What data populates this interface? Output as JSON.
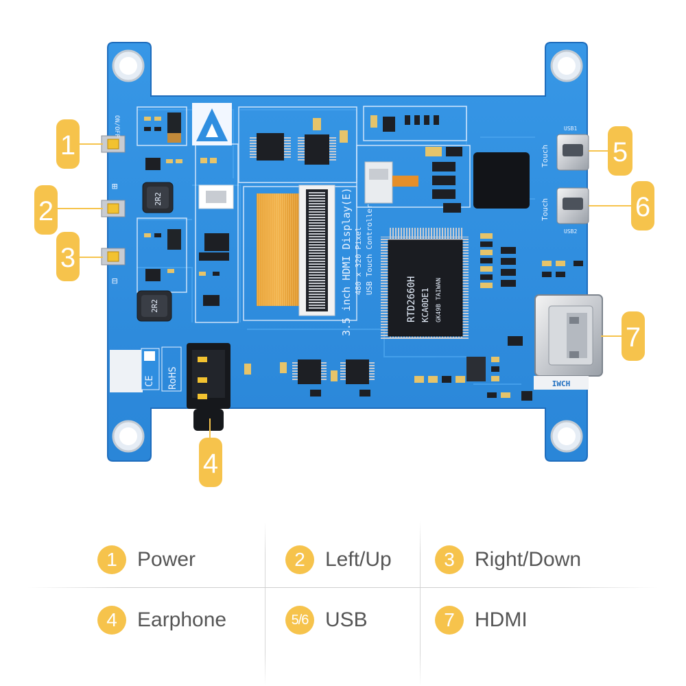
{
  "board": {
    "silk_main": "3.5 inch HDMI Display(E)",
    "silk_res": "480 x 320 Pixel",
    "silk_ctrl": "USB Touch Controller",
    "chip_name": "RTD2660H",
    "chip_code": "KCA0DE1",
    "chip_origin": "GK49B TAIWAN",
    "usb1_label": "Touch",
    "usb2_label": "Touch",
    "usb1_tag": "USB1",
    "usb2_tag": "USB2",
    "inductor_1": "2R2",
    "inductor_2": "2R2",
    "power_tag": "ON/OFF",
    "ce_mark": "CE",
    "rohs_mark": "RoHS",
    "brand_mark": "IWCH",
    "up_symbol": "⊞",
    "down_symbol": "⊟"
  },
  "callouts": [
    {
      "num": "1"
    },
    {
      "num": "2"
    },
    {
      "num": "3"
    },
    {
      "num": "4"
    },
    {
      "num": "5"
    },
    {
      "num": "6"
    },
    {
      "num": "7"
    }
  ],
  "legend": [
    {
      "num": "1",
      "label": "Power"
    },
    {
      "num": "2",
      "label": "Left/Up"
    },
    {
      "num": "3",
      "label": "Right/Down"
    },
    {
      "num": "4",
      "label": "Earphone"
    },
    {
      "num": "5/6",
      "label": "USB"
    },
    {
      "num": "7",
      "label": "HDMI"
    }
  ],
  "colors": {
    "pcb": "#2f8ee0",
    "pcb_dark": "#1f6fc0",
    "badge": "#f6c34c",
    "text": "#555555"
  }
}
